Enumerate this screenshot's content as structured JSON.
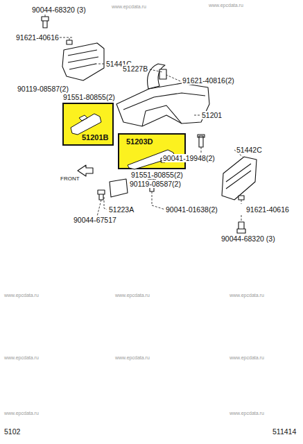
{
  "diagram": {
    "nodes": [
      {
        "text": [
          "51201B"
        ]
      },
      {
        "text": [
          "51203D"
        ]
      }
    ],
    "labels": [
      "90044-68320 (3)",
      "91621-40616",
      "51441C",
      "51227B",
      "91621-40816(2)",
      "90119-08587(2)",
      "91551-80855(2)",
      "51201",
      "90041-19948(2)",
      "51442C",
      "91551-80855(2)",
      "90119-08587(2)",
      "FRONT",
      "90041-01638(2)",
      "91621-40616",
      "51223A",
      "90044-67517",
      "90044-68320 (3)",
      "5102",
      "511414",
      "www.epcdata.ru",
      "www.epcdata.ru",
      "www.epcdata.ru",
      "www.epcdata.ru",
      "www.epcdata.ru",
      "www.epcdata.ru",
      "www.epcdata.ru",
      "www.epcdata.ru",
      "www.epcdata.ru",
      "www.epcdata.ru"
    ]
  }
}
